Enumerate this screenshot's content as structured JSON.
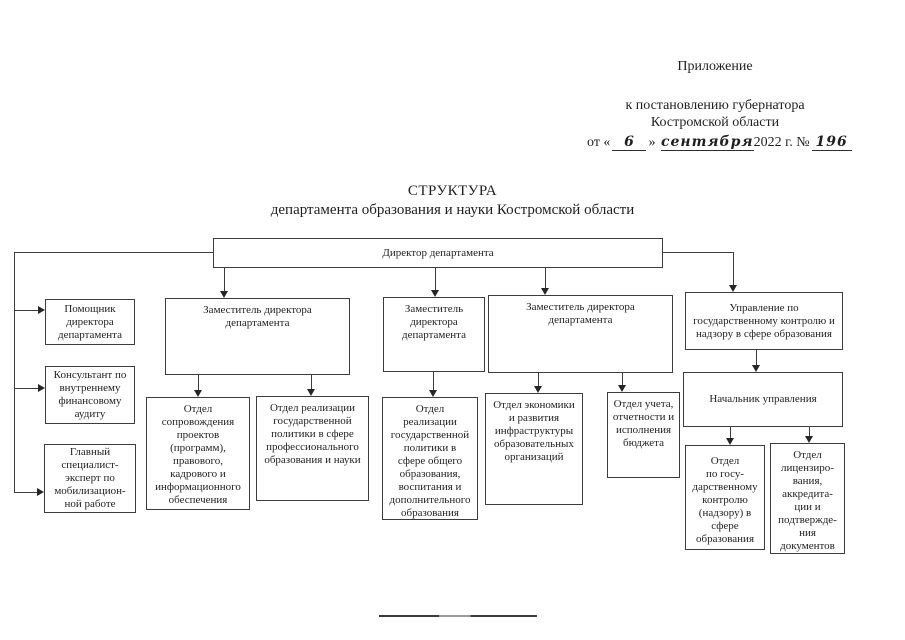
{
  "document": {
    "annex_label": "Приложение",
    "decree_line1": "к постановлению губернатора",
    "decree_line2": "Костромской области",
    "date_line": {
      "prefix": "от «",
      "day": "6",
      "closing": "»",
      "month": "сентября",
      "year_suffix": "2022 г. №",
      "number": "196"
    },
    "title_line1": "СТРУКТУРА",
    "title_line2": "департамента образования и науки Костромской области"
  },
  "org_chart": {
    "director": {
      "label": [
        "Директор департамента"
      ]
    },
    "assistant": {
      "label": [
        "Помощник",
        "директора",
        "департамента"
      ]
    },
    "consultant": {
      "label": [
        "Консультант по",
        "внутреннему",
        "финансовому",
        "аудиту"
      ]
    },
    "mob_specialist": {
      "label": [
        "Главный",
        "специалист-",
        "эксперт по",
        "мобилизацион-",
        "ной работе"
      ]
    },
    "deputy1": {
      "label": [
        "Заместитель директора",
        "департамента"
      ]
    },
    "deputy2": {
      "label": [
        "Заместитель",
        "директора",
        "департамента"
      ]
    },
    "deputy3": {
      "label": [
        "Заместитель директора",
        "департамента"
      ]
    },
    "upravlenie": {
      "label": [
        "Управление по",
        "государственному контролю и",
        "надзору в сфере образования"
      ]
    },
    "dept_support": {
      "label": [
        "Отдел",
        "сопровождения",
        "проектов",
        "(программ),",
        "правового,",
        "кадрового и",
        "информационного",
        "обеспечения"
      ]
    },
    "dept_prof": {
      "label": [
        "Отдел реализации",
        "государственной",
        "политики в сфере",
        "профессионального",
        "образования и науки"
      ]
    },
    "dept_general": {
      "label": [
        "Отдел",
        "реализации",
        "государственной",
        "политики в",
        "сфере общего",
        "образования,",
        "воспитания и",
        "дополнительного",
        "образования"
      ]
    },
    "dept_econ": {
      "label": [
        "Отдел экономики",
        "и развития",
        "инфраструктуры",
        "образовательных",
        "организаций"
      ]
    },
    "dept_account": {
      "label": [
        "Отдел учета,",
        "отчетности и",
        "исполнения",
        "бюджета"
      ]
    },
    "nachalnik": {
      "label": [
        "Начальник управления"
      ]
    },
    "dept_control": {
      "label": [
        "Отдел",
        "по госу-",
        "дарственному",
        "контролю",
        "(надзору) в",
        "сфере",
        "образования"
      ]
    },
    "dept_license": {
      "label": [
        "Отдел",
        "лицензиро-",
        "вания,",
        "аккредита-",
        "ции и",
        "подтвержде-",
        "ния",
        "документов"
      ]
    }
  },
  "colors": {
    "ink": "#1f1f1f",
    "line": "#3c3c3c",
    "background": "#ffffff"
  }
}
